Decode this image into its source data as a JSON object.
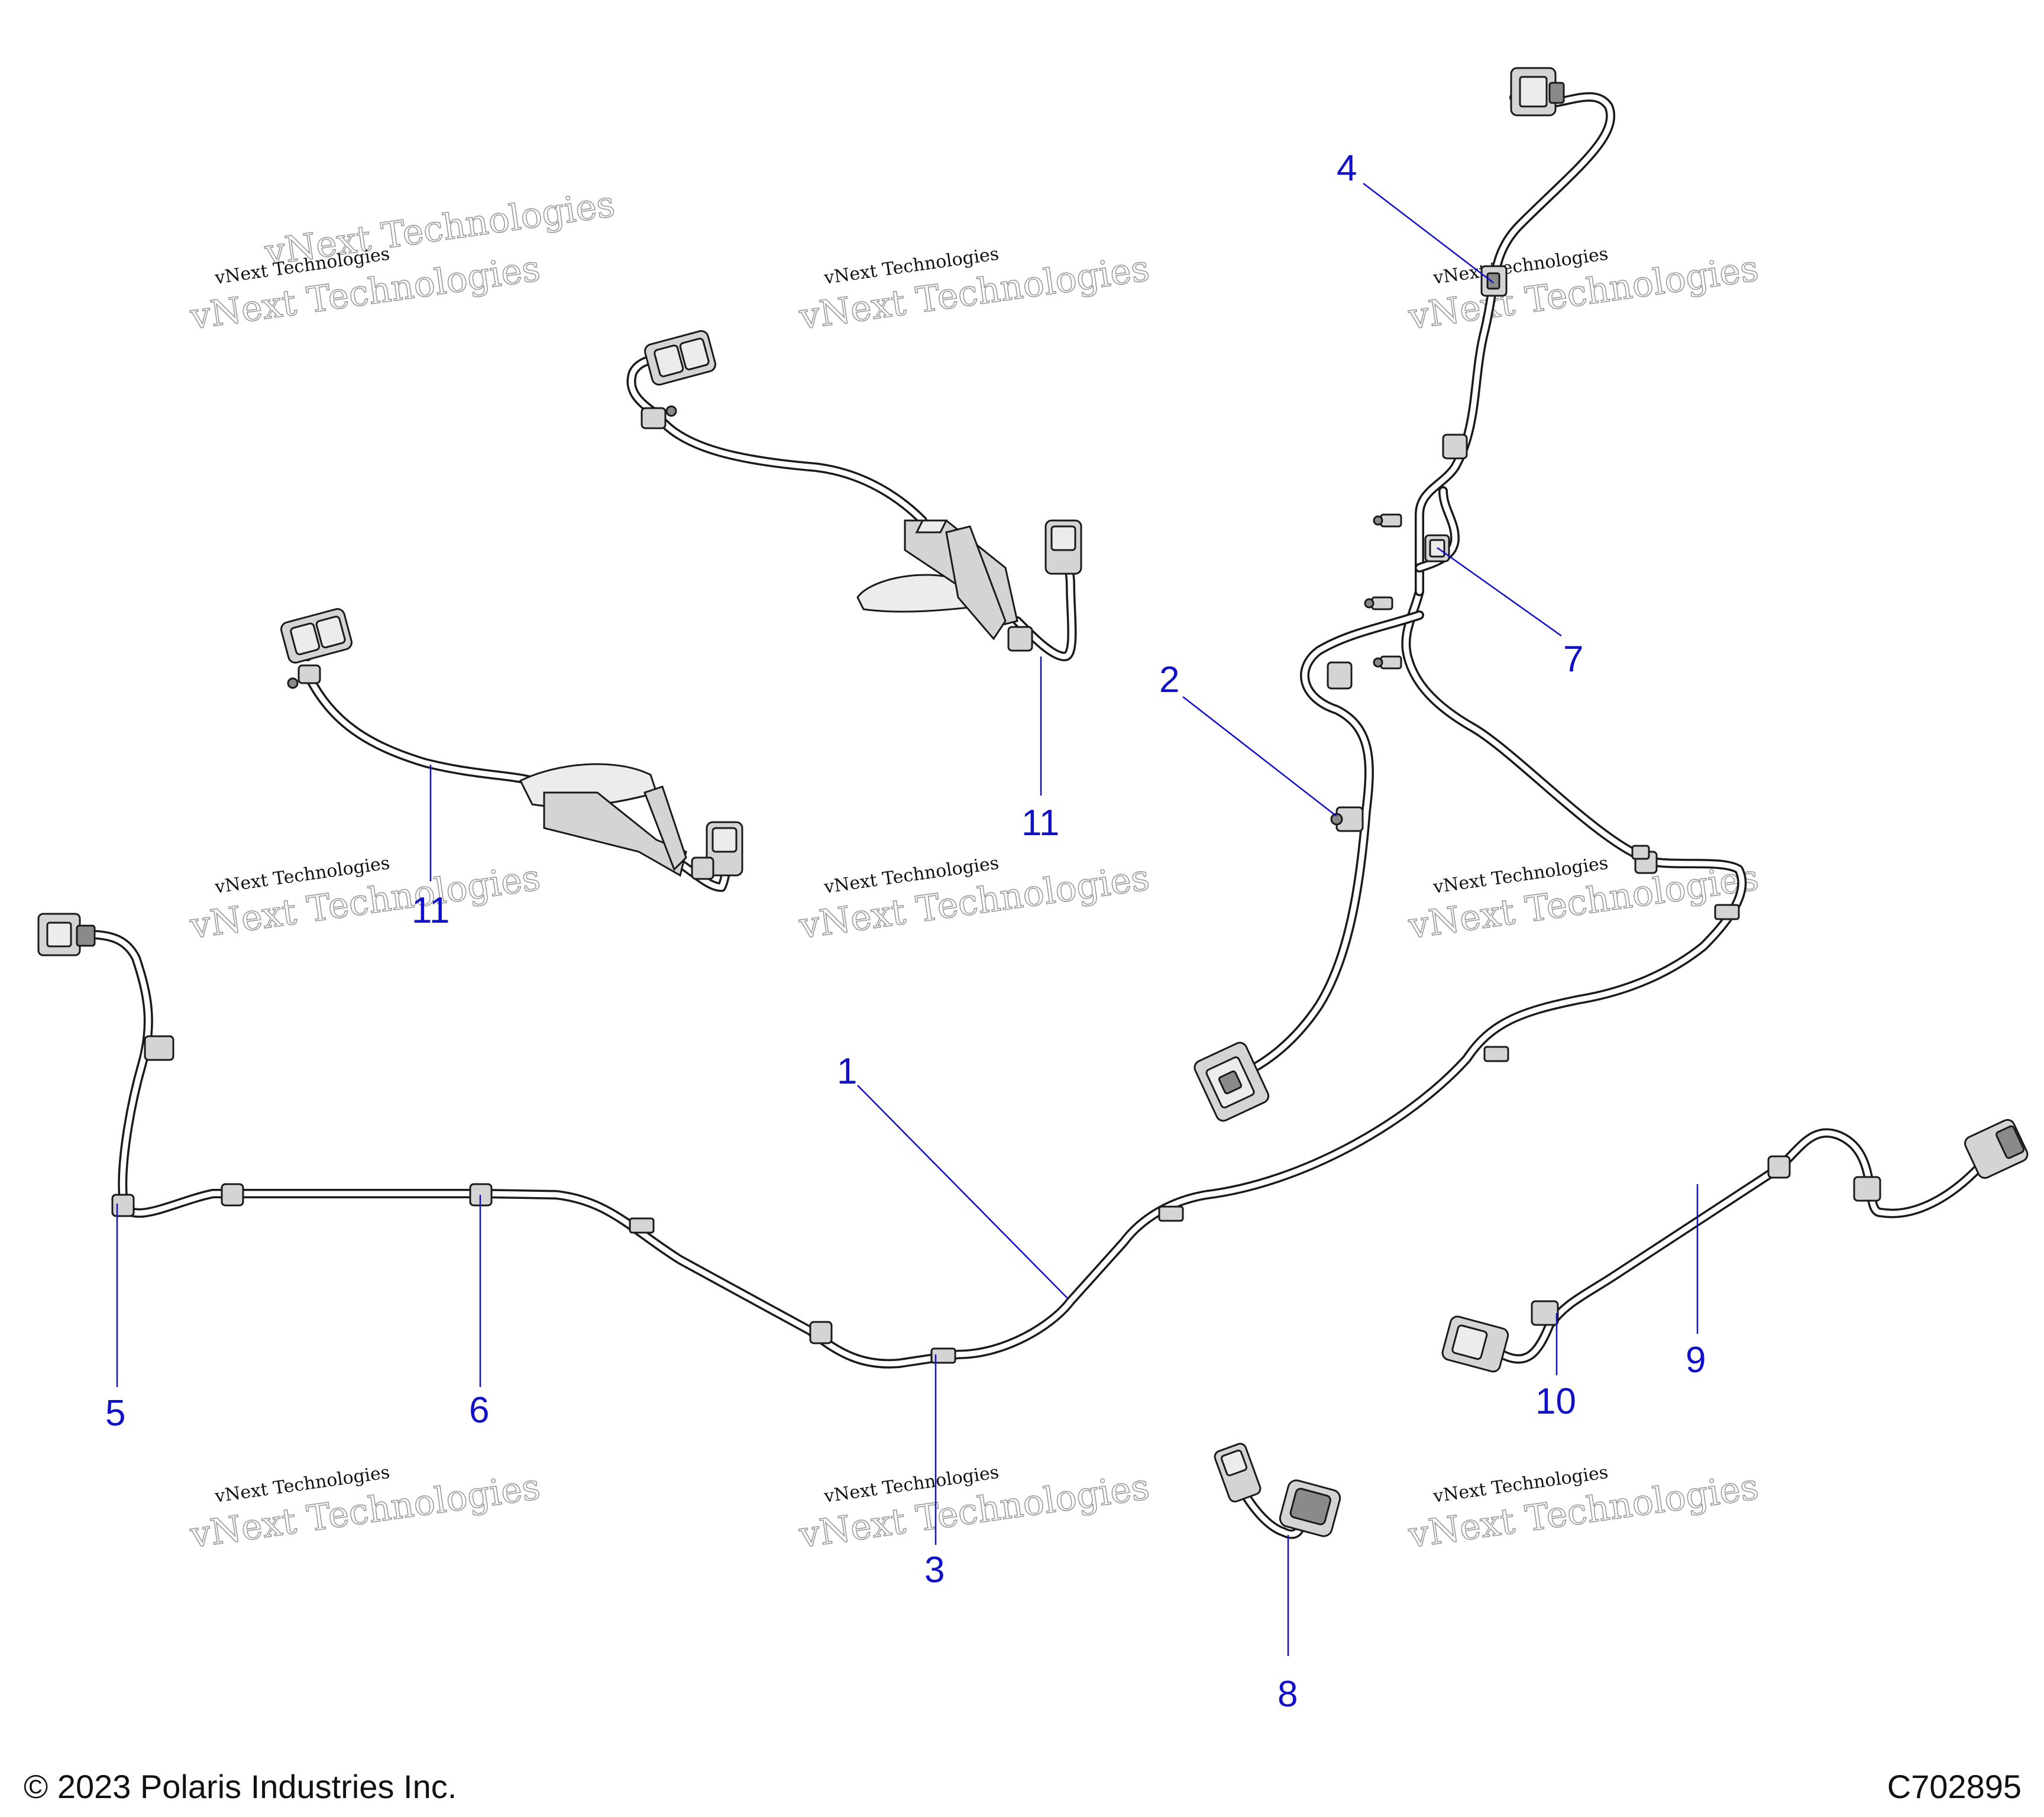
{
  "footer": {
    "copyright": "© 2023 Polaris Industries Inc.",
    "figure_code": "C702895"
  },
  "watermark": {
    "line1": "vNext Technologies",
    "line2": "vNext Technologies",
    "line3": "vNext Technologies"
  },
  "callouts": {
    "c1": "1",
    "c2": "2",
    "c3": "3",
    "c4": "4",
    "c5": "5",
    "c6": "6",
    "c7": "7",
    "c8": "8",
    "c9": "9",
    "c10": "10",
    "c11a": "11",
    "c11b": "11"
  },
  "colors": {
    "callout": "#1010c8",
    "line_art": "#1a1a1a",
    "background": "#ffffff"
  }
}
